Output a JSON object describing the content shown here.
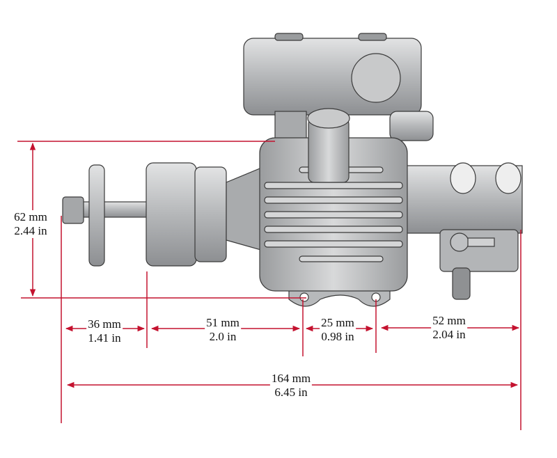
{
  "dimensions": {
    "height": {
      "mm": "62 mm",
      "in": "2.44 in"
    },
    "prop_to_hub": {
      "mm": "36 mm",
      "in": "1.41 in"
    },
    "hub_to_mount": {
      "mm": "51 mm",
      "in": "2.0 in"
    },
    "mount_holes": {
      "mm": "25 mm",
      "in": "0.98 in"
    },
    "mount_to_rear": {
      "mm": "52 mm",
      "in": "2.04 in"
    },
    "overall_length": {
      "mm": "164 mm",
      "in": "6.45 in"
    }
  },
  "colors": {
    "dimension_line": "#c4122f",
    "engine_body": "#b9bbbd",
    "engine_outline": "#3a3a3a"
  }
}
